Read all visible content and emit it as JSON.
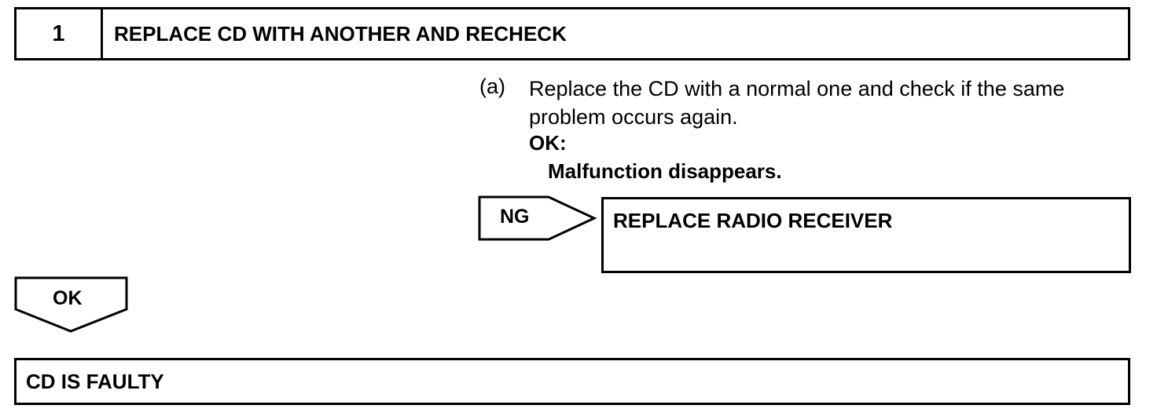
{
  "step": {
    "number": "1",
    "title": "REPLACE CD WITH ANOTHER AND RECHECK"
  },
  "instruction": {
    "marker": "(a)",
    "text": "Replace the CD with a normal one and check if the same problem occurs again.",
    "ok_label": "OK:",
    "ok_criteria": "Malfunction disappears."
  },
  "ng_branch": {
    "label": "NG",
    "result": "REPLACE RADIO RECEIVER"
  },
  "ok_branch": {
    "label": "OK",
    "result": "CD IS FAULTY"
  }
}
